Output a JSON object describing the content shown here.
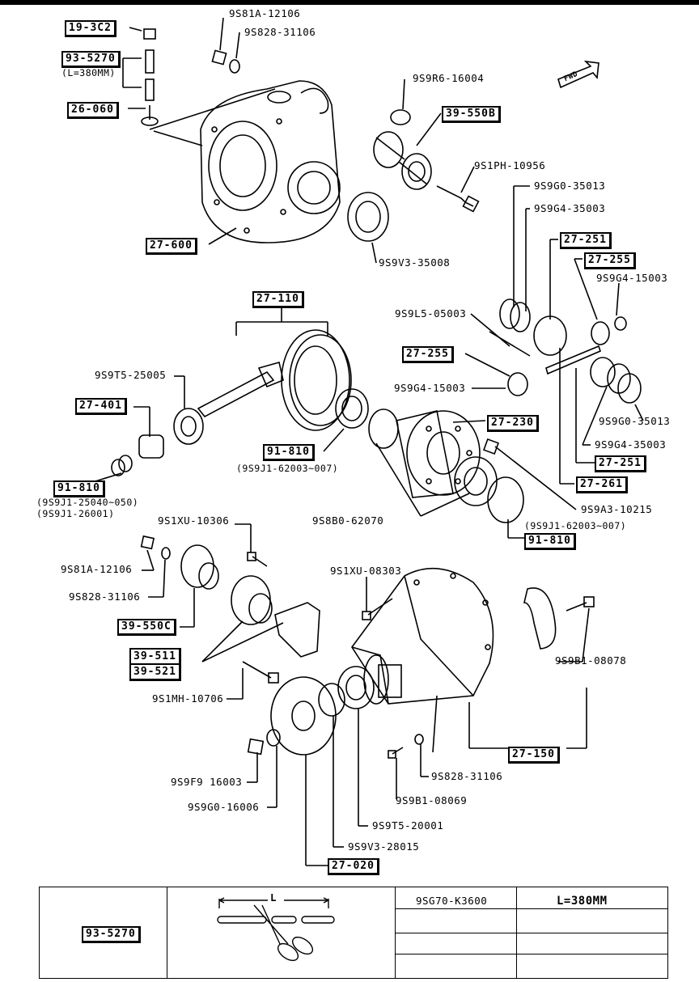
{
  "boxed_labels": {
    "b_19_3c2": "19-3C2",
    "b_93_5270": "93-5270",
    "b_26_060": "26-060",
    "b_39_550b": "39-550B",
    "b_27_600": "27-600",
    "b_27_251_a": "27-251",
    "b_27_255_a": "27-255",
    "b_27_110": "27-110",
    "b_27_255_b": "27-255",
    "b_27_401": "27-401",
    "b_27_230": "27-230",
    "b_91_810_a": "91-810",
    "b_91_810_b": "91-810",
    "b_27_251_b": "27-251",
    "b_27_261": "27-261",
    "b_91_810_c": "91-810",
    "b_39_550c": "39-550C",
    "b_39_511": "39-511",
    "b_39_521": "39-521",
    "b_27_150": "27-150",
    "b_27_020": "27-020"
  },
  "part_labels": {
    "l_9s81a_12106_a": "9S81A-12106",
    "l_9s828_31106_a": "9S828-31106",
    "l_len_note_a": "(L=380MM)",
    "l_9s9r6_16004": "9S9R6-16004",
    "l_9s1ph_10956": "9S1PH-10956",
    "l_9s9g0_35013_a": "9S9G0-35013",
    "l_9s9g4_35003_a": "9S9G4-35003",
    "l_9s9v3_35008": "9S9V3-35008",
    "l_9s9g4_15003_a": "9S9G4-15003",
    "l_9s9l5_05003": "9S9L5-05003",
    "l_9s9t5_25005": "9S9T5-25005",
    "l_9s9g4_15003_b": "9S9G4-15003",
    "l_9s9g0_35013_b": "9S9G0-35013",
    "l_9s9g4_35003_b": "9S9G4-35003",
    "l_9s9j1_62003_a": "(9S9J1-62003~007)",
    "l_9s9j1_25040": "(9S9J1-25040~050)",
    "l_9s9j1_26001": "(9S9J1-26001)",
    "l_9s8b0_62070": "9S8B0-62070",
    "l_9s9a3_10215": "9S9A3-10215",
    "l_9s9j1_62003_b": "(9S9J1-62003~007)",
    "l_9s1xu_10306": "9S1XU-10306",
    "l_9s81a_12106_b": "9S81A-12106",
    "l_9s828_31106_b": "9S828-31106",
    "l_9s1xu_08303": "9S1XU-08303",
    "l_9s9b1_08078": "9S9B1-08078",
    "l_9s1mh_10706": "9S1MH-10706",
    "l_9s828_31106_c": "9S828-31106",
    "l_9s9f9_16003": "9S9F9 16003",
    "l_9s9b1_08069": "9S9B1-08069",
    "l_9s9g0_16006": "9S9G0-16006",
    "l_9s9t5_20001": "9S9T5-20001",
    "l_9s9v3_28015": "9S9V3-28015",
    "l_fwd": "FWD"
  },
  "legend": {
    "part": "93-5270",
    "dimension_letter": "L",
    "part_number": "9SG70-K3600",
    "length": "L=380MM"
  }
}
